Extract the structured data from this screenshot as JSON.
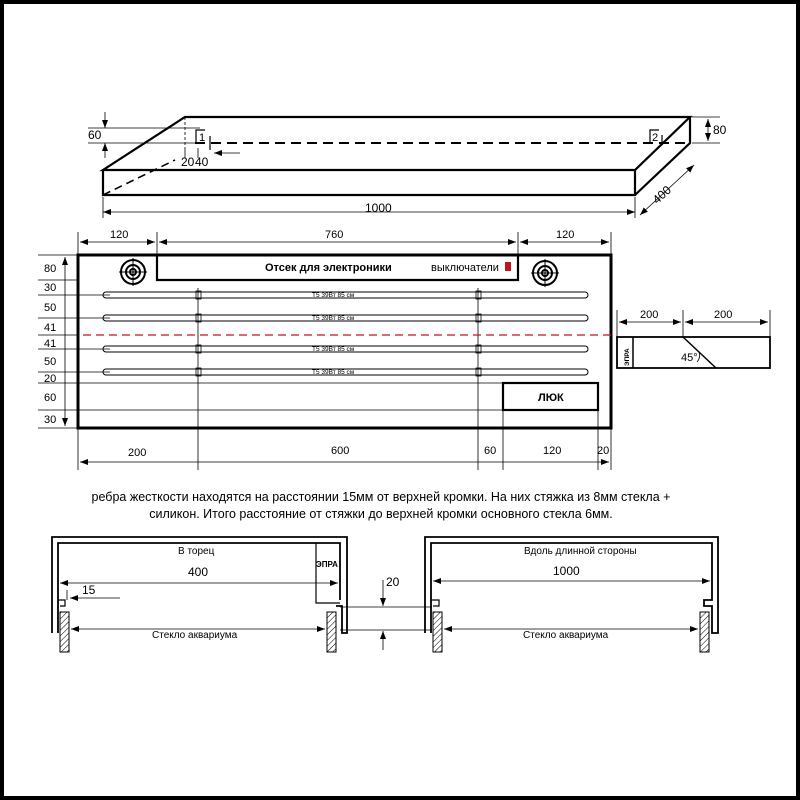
{
  "iso_view": {
    "dim_length": "1000",
    "dim_depth": "400",
    "dim_height": "80",
    "dim_offset": "60",
    "dim_a": "20",
    "dim_b": "40",
    "mark_1": "1",
    "mark_2": "2"
  },
  "plan_view": {
    "top_dims": [
      "120",
      "760",
      "120"
    ],
    "row_dims": [
      "80",
      "30",
      "50",
      "41",
      "41",
      "50",
      "20",
      "60",
      "30"
    ],
    "bottom_dims": [
      "200",
      "600",
      "60",
      "120",
      "20"
    ],
    "electronics_label": "Отсек для электроники",
    "switches_label": "выключатели",
    "switch_color": "#c0141b",
    "tube_labels": [
      "T5 39Вт 85 см",
      "T5 39Вт 85 см",
      "T5 39Вт 85 см",
      "T5 39Вт 85 см"
    ],
    "hatch_label": "ЛЮК",
    "centerline_color": "#c0141b"
  },
  "side_piece": {
    "dims": [
      "200",
      "200"
    ],
    "ballast_label": "ЭПРА",
    "angle_label": "45°"
  },
  "note": {
    "line1": "ребра жесткости находятся на расстоянии 15мм от верхней кромки. На них стяжка из 8мм стекла +",
    "line2": "силикон. Итого расстояние от стяжки до верхней кромки основного стекла 6мм."
  },
  "section_end": {
    "title": "В торец",
    "width": "400",
    "rib": "15",
    "ballast_label": "ЭПРА",
    "glass_label": "Стекло аквариума"
  },
  "gap_dim": "20",
  "section_long": {
    "title": "Вдоль длинной стороны",
    "width": "1000",
    "glass_label": "Стекло аквариума"
  }
}
